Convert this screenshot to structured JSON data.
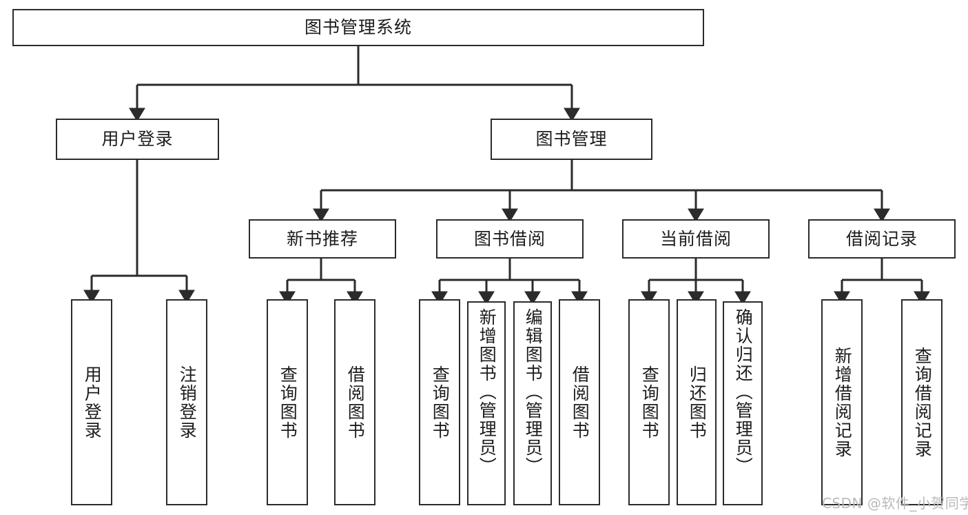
{
  "diagram": {
    "type": "tree",
    "title": "图书管理系统",
    "root": {
      "id": "root",
      "label": "图书管理系统"
    },
    "level2": [
      {
        "id": "user-login",
        "label": "用户登录"
      },
      {
        "id": "book-manage",
        "label": "图书管理"
      }
    ],
    "level3": [
      {
        "id": "new-book-recommend",
        "label": "新书推荐",
        "parent": "book-manage"
      },
      {
        "id": "book-borrow",
        "label": "图书借阅",
        "parent": "book-manage"
      },
      {
        "id": "current-borrow",
        "label": "当前借阅",
        "parent": "book-manage"
      },
      {
        "id": "borrow-record",
        "label": "借阅记录",
        "parent": "book-manage"
      }
    ],
    "leaves": {
      "user-login": [
        {
          "id": "leaf-user-login",
          "label": "用户登录"
        },
        {
          "id": "leaf-logout",
          "label": "注销登录"
        }
      ],
      "new-book-recommend": [
        {
          "id": "leaf-query-book-1",
          "label": "查询图书"
        },
        {
          "id": "leaf-borrow-book-1",
          "label": "借阅图书"
        }
      ],
      "book-borrow": [
        {
          "id": "leaf-query-book-2",
          "label": "查询图书"
        },
        {
          "id": "leaf-add-book",
          "label": "新增图书（管理员）"
        },
        {
          "id": "leaf-edit-book",
          "label": "编辑图书（管理员）"
        },
        {
          "id": "leaf-borrow-book-2",
          "label": "借阅图书"
        }
      ],
      "current-borrow": [
        {
          "id": "leaf-query-book-3",
          "label": "查询图书"
        },
        {
          "id": "leaf-return-book",
          "label": "归还图书"
        },
        {
          "id": "leaf-confirm-return",
          "label": "确认归还（管理员）"
        }
      ],
      "borrow-record": [
        {
          "id": "leaf-add-record",
          "label": "新增借阅记录"
        },
        {
          "id": "leaf-query-record",
          "label": "查询借阅记录"
        }
      ]
    },
    "colors": {
      "background": "#ffffff",
      "stroke": "#2b2b2b",
      "text": "#1c1c1c",
      "watermark": "#b9b9b9"
    }
  },
  "watermark": {
    "text": "CSDN @软件_小贺同学"
  }
}
